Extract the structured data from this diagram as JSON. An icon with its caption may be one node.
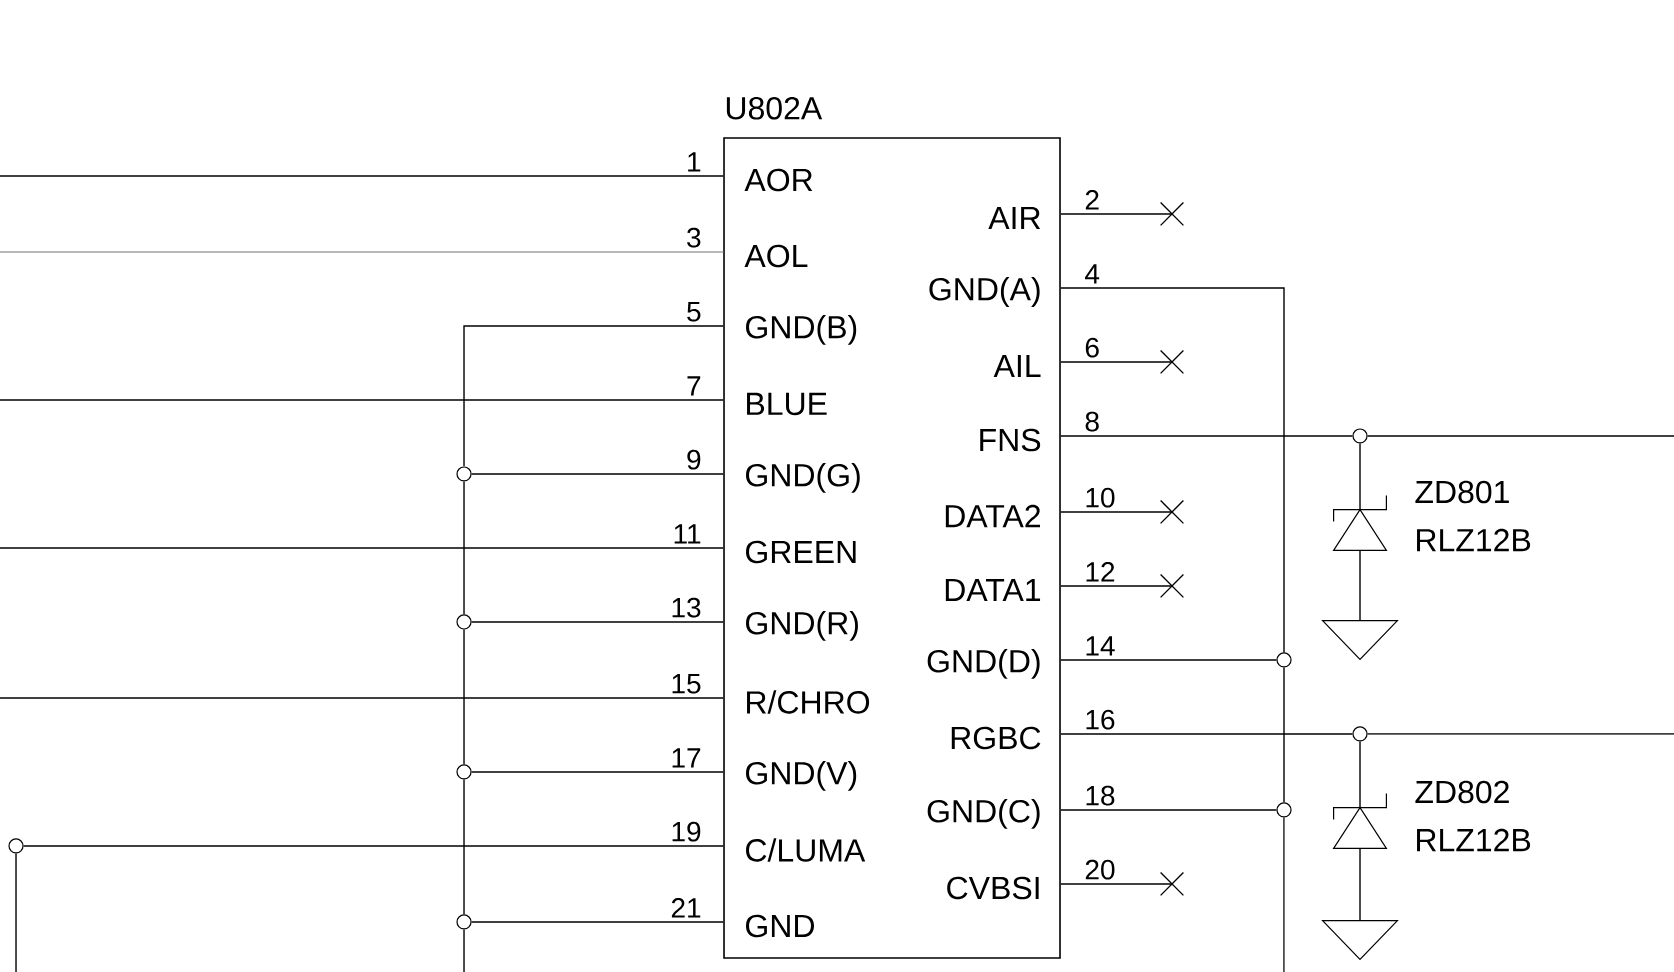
{
  "diagram": {
    "nodes": [
      {
        "text": [
          "U802A"
        ]
      },
      {
        "text": [],
        "shape": "circle"
      },
      {
        "text": [],
        "shape": "circle"
      },
      {
        "text": [],
        "shape": "circle"
      },
      {
        "text": [],
        "shape": "circle"
      },
      {
        "text": [],
        "shape": "circle"
      },
      {
        "text": [],
        "shape": "circle"
      },
      {
        "text": [],
        "shape": "circle"
      },
      {
        "text": [],
        "shape": "circle"
      },
      {
        "text": [],
        "shape": "circle"
      },
      {
        "text": [],
        "shape": "diode",
        "beside": [
          "ZD801",
          "RLZ12B"
        ]
      },
      {
        "text": [],
        "shape": "ground"
      },
      {
        "text": [],
        "shape": "diode",
        "beside": [
          "ZD802",
          "RLZ12B"
        ]
      },
      {
        "text": [],
        "shape": "ground"
      },
      {
        "text": [],
        "shape": "cross"
      },
      {
        "text": [],
        "shape": "cross"
      },
      {
        "text": [],
        "shape": "cross"
      },
      {
        "text": [],
        "shape": "cross"
      },
      {
        "text": [],
        "shape": "cross"
      }
    ],
    "edges": [
      {
        "from": null,
        "to": 0,
        "arrow": "none"
      },
      {
        "from": null,
        "to": 0,
        "arrow": "none",
        "color": "#a0a0a0"
      },
      {
        "from": 0,
        "to": 14,
        "arrow": "none"
      },
      {
        "from": 0,
        "to": 6,
        "arrow": "none"
      },
      {
        "from": 0,
        "to": 1,
        "arrow": "none"
      },
      {
        "from": 0,
        "to": 15,
        "arrow": "none"
      },
      {
        "from": null,
        "to": 0,
        "arrow": "none"
      },
      {
        "from": 0,
        "to": 8,
        "arrow": "none"
      },
      {
        "from": 1,
        "to": 0,
        "arrow": "none"
      },
      {
        "from": 0,
        "to": 16,
        "arrow": "none"
      },
      {
        "from": null,
        "to": 0,
        "arrow": "none"
      },
      {
        "from": 0,
        "to": 17,
        "arrow": "none"
      },
      {
        "from": 2,
        "to": 0,
        "arrow": "none"
      },
      {
        "from": 0,
        "to": 6,
        "arrow": "none"
      },
      {
        "from": null,
        "to": 0,
        "arrow": "none"
      },
      {
        "from": 0,
        "to": 9,
        "arrow": "none"
      },
      {
        "from": 3,
        "to": 0,
        "arrow": "none"
      },
      {
        "from": 0,
        "to": 7,
        "arrow": "none"
      },
      {
        "from": 5,
        "to": 0,
        "arrow": "none"
      },
      {
        "from": 0,
        "to": 18,
        "arrow": "none"
      },
      {
        "from": 4,
        "to": 0,
        "arrow": "none"
      },
      {
        "from": 1,
        "to": 2,
        "arrow": "none"
      },
      {
        "from": 2,
        "to": 3,
        "arrow": "none"
      },
      {
        "from": 3,
        "to": 4,
        "arrow": "none"
      },
      {
        "from": 4,
        "to": null,
        "arrow": "none"
      },
      {
        "from": 6,
        "to": 7,
        "arrow": "none"
      },
      {
        "from": 7,
        "to": null,
        "arrow": "none"
      },
      {
        "from": 8,
        "to": null,
        "arrow": "none"
      },
      {
        "from": 9,
        "to": null,
        "arrow": "none"
      },
      {
        "from": 8,
        "to": 10,
        "arrow": "none"
      },
      {
        "from": 10,
        "to": 11,
        "arrow": "none"
      },
      {
        "from": 9,
        "to": 12,
        "arrow": "none"
      },
      {
        "from": 12,
        "to": 13,
        "arrow": "none"
      },
      {
        "from": 5,
        "to": null,
        "arrow": "none"
      }
    ],
    "labels": [
      "1",
      "AOR",
      "AIR",
      "2",
      "3",
      "AOL",
      "GND(A)",
      "4",
      "5",
      "GND(B)",
      "AIL",
      "6",
      "7",
      "BLUE",
      "FNS",
      "8",
      "9",
      "GND(G)",
      "DATA2",
      "10",
      "11",
      "GREEN",
      "DATA1",
      "12",
      "13",
      "GND(R)",
      "GND(D)",
      "14",
      "15",
      "R/CHRO",
      "RGBC",
      "16",
      "17",
      "GND(V)",
      "GND(C)",
      "18",
      "19",
      "C/LUMA",
      "CVBSI",
      "20",
      "21",
      "GND"
    ]
  }
}
